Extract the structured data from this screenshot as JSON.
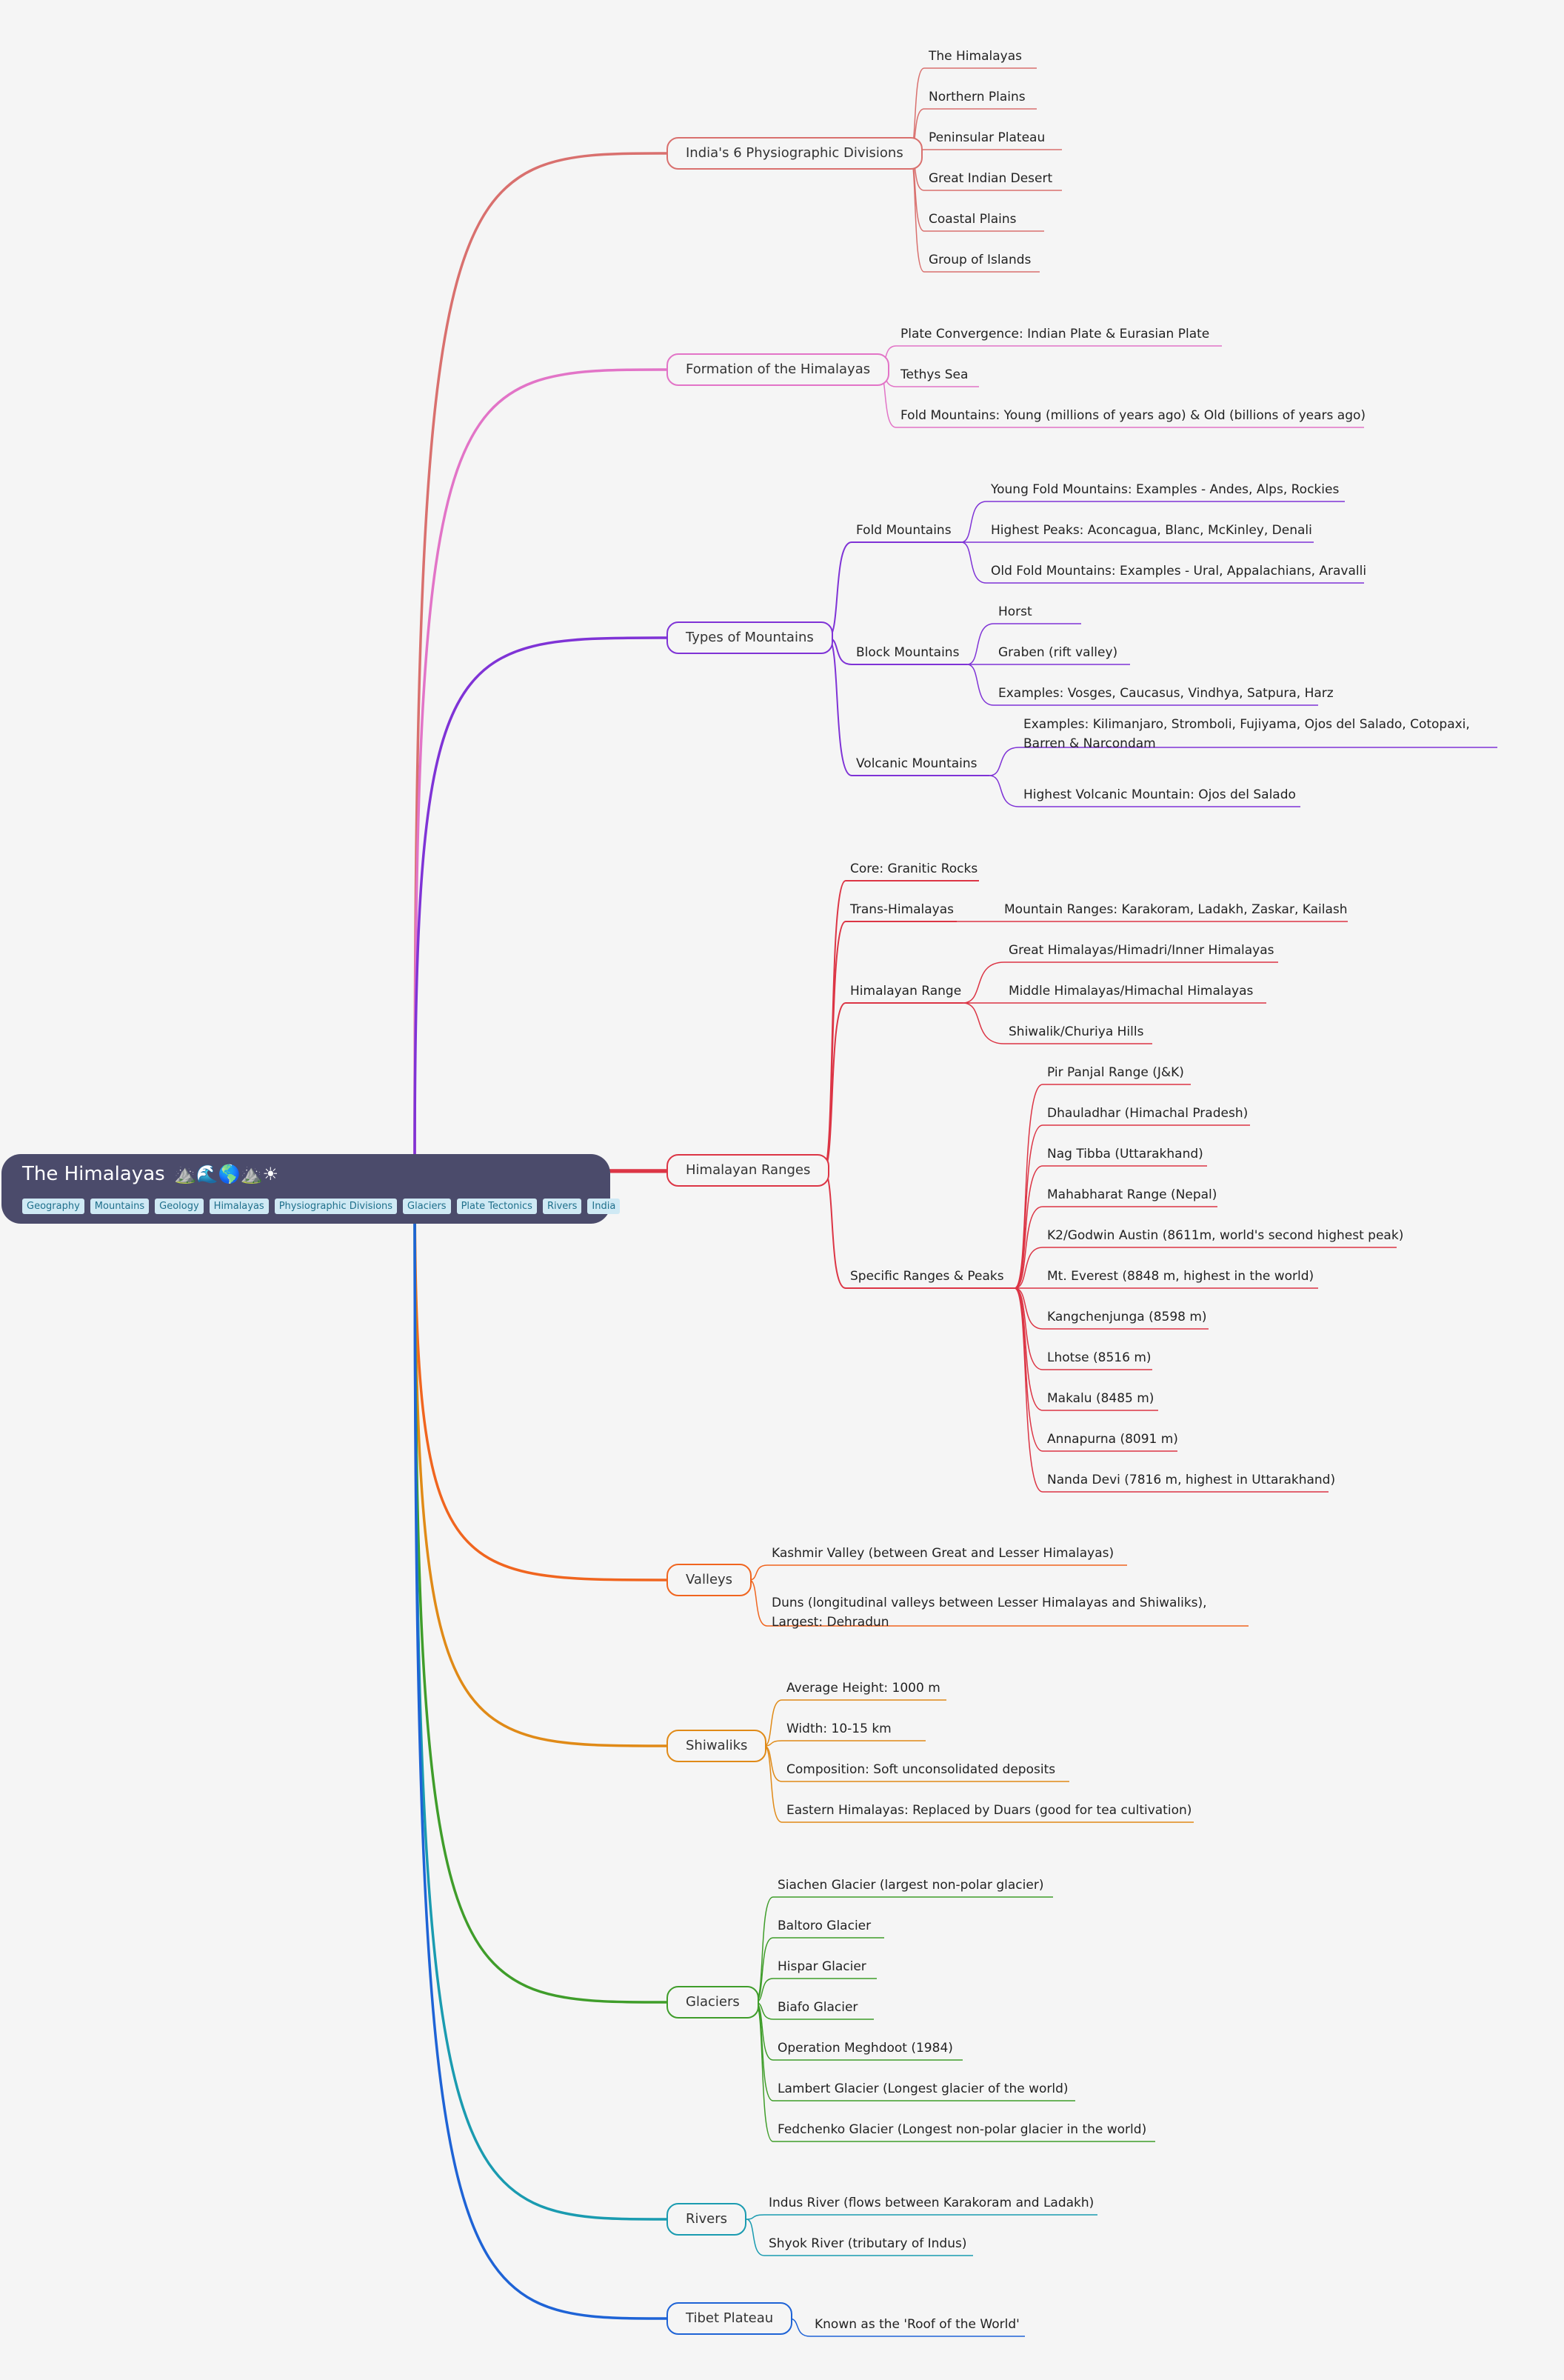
{
  "root": {
    "title": "The Himalayas",
    "emoji": "⛰️🌊🌎⛰️☀",
    "tags": [
      "Geography",
      "Mountains",
      "Geology",
      "Himalayas",
      "Physiographic Divisions",
      "Glaciers",
      "Plate Tectonics",
      "Rivers",
      "India"
    ]
  },
  "branches": [
    {
      "label": "India's 6 Physiographic Divisions",
      "color": "#d9706e",
      "children": [
        {
          "text": "The Himalayas"
        },
        {
          "text": "Northern Plains"
        },
        {
          "text": "Peninsular Plateau"
        },
        {
          "text": "Great Indian Desert"
        },
        {
          "text": "Coastal Plains"
        },
        {
          "text": "Group of Islands"
        }
      ]
    },
    {
      "label": "Formation of the Himalayas",
      "color": "#e274c7",
      "children": [
        {
          "text": "Plate Convergence: Indian Plate & Eurasian Plate"
        },
        {
          "text": "Tethys Sea"
        },
        {
          "text": "Fold Mountains: Young (millions of years ago) & Old (billions of years ago)"
        }
      ]
    },
    {
      "label": "Types of Mountains",
      "color": "#7f33d6",
      "children": [
        {
          "text": "Fold Mountains",
          "children": [
            {
              "text": "Young Fold Mountains: Examples - Andes, Alps, Rockies"
            },
            {
              "text": "Highest Peaks: Aconcagua, Blanc, McKinley, Denali"
            },
            {
              "text": "Old Fold Mountains: Examples - Ural, Appalachians, Aravalli"
            }
          ]
        },
        {
          "text": "Block Mountains",
          "children": [
            {
              "text": "Horst"
            },
            {
              "text": "Graben (rift valley)"
            },
            {
              "text": "Examples: Vosges, Caucasus, Vindhya, Satpura, Harz"
            }
          ]
        },
        {
          "text": "Volcanic Mountains",
          "children": [
            {
              "text": "Examples: Kilimanjaro, Stromboli, Fujiyama, Ojos del Salado, Cotopaxi, Barren & Narcondam"
            },
            {
              "text": "Highest Volcanic Mountain: Ojos del Salado"
            }
          ]
        }
      ]
    },
    {
      "label": "Himalayan Ranges",
      "color": "#dc3545",
      "children": [
        {
          "text": "Core: Granitic Rocks"
        },
        {
          "text": "Trans-Himalayas",
          "children": [
            {
              "text": "Mountain Ranges: Karakoram, Ladakh, Zaskar, Kailash"
            }
          ]
        },
        {
          "text": "Himalayan Range",
          "children": [
            {
              "text": "Great Himalayas/Himadri/Inner Himalayas"
            },
            {
              "text": "Middle Himalayas/Himachal Himalayas"
            },
            {
              "text": "Shiwalik/Churiya Hills"
            }
          ]
        },
        {
          "text": "Specific Ranges & Peaks",
          "children": [
            {
              "text": "Pir Panjal Range (J&K)"
            },
            {
              "text": "Dhauladhar (Himachal Pradesh)"
            },
            {
              "text": "Nag Tibba (Uttarakhand)"
            },
            {
              "text": "Mahabharat Range (Nepal)"
            },
            {
              "text": "K2/Godwin Austin (8611m, world's second highest peak)"
            },
            {
              "text": "Mt. Everest (8848 m, highest in the world)"
            },
            {
              "text": "Kangchenjunga (8598 m)"
            },
            {
              "text": "Lhotse (8516 m)"
            },
            {
              "text": "Makalu (8485 m)"
            },
            {
              "text": "Annapurna (8091 m)"
            },
            {
              "text": "Nanda Devi (7816 m, highest in Uttarakhand)"
            }
          ]
        }
      ]
    },
    {
      "label": "Valleys",
      "color": "#f0651f",
      "children": [
        {
          "text": "Kashmir Valley (between Great and Lesser Himalayas)"
        },
        {
          "text": "Duns (longitudinal valleys between Lesser Himalayas and Shiwaliks), Largest: Dehradun"
        }
      ]
    },
    {
      "label": "Shiwaliks",
      "color": "#e08a17",
      "children": [
        {
          "text": "Average Height: 1000 m"
        },
        {
          "text": "Width: 10-15 km"
        },
        {
          "text": "Composition: Soft unconsolidated deposits"
        },
        {
          "text": "Eastern Himalayas: Replaced by Duars (good for tea cultivation)"
        }
      ]
    },
    {
      "label": "Glaciers",
      "color": "#3f9d2a",
      "children": [
        {
          "text": "Siachen Glacier (largest non-polar glacier)"
        },
        {
          "text": "Baltoro Glacier"
        },
        {
          "text": "Hispar Glacier"
        },
        {
          "text": "Biafo Glacier"
        },
        {
          "text": "Operation Meghdoot (1984)"
        },
        {
          "text": "Lambert Glacier (Longest glacier of the world)"
        },
        {
          "text": "Fedchenko Glacier (Longest non-polar glacier in the world)"
        }
      ]
    },
    {
      "label": "Rivers",
      "color": "#1a9bb0",
      "children": [
        {
          "text": "Indus River (flows between Karakoram and Ladakh)"
        },
        {
          "text": "Shyok River (tributary of Indus)"
        }
      ]
    },
    {
      "label": "Tibet Plateau",
      "color": "#1e63d6",
      "children": [
        {
          "text": "Known as the 'Roof of the World'"
        }
      ]
    }
  ]
}
